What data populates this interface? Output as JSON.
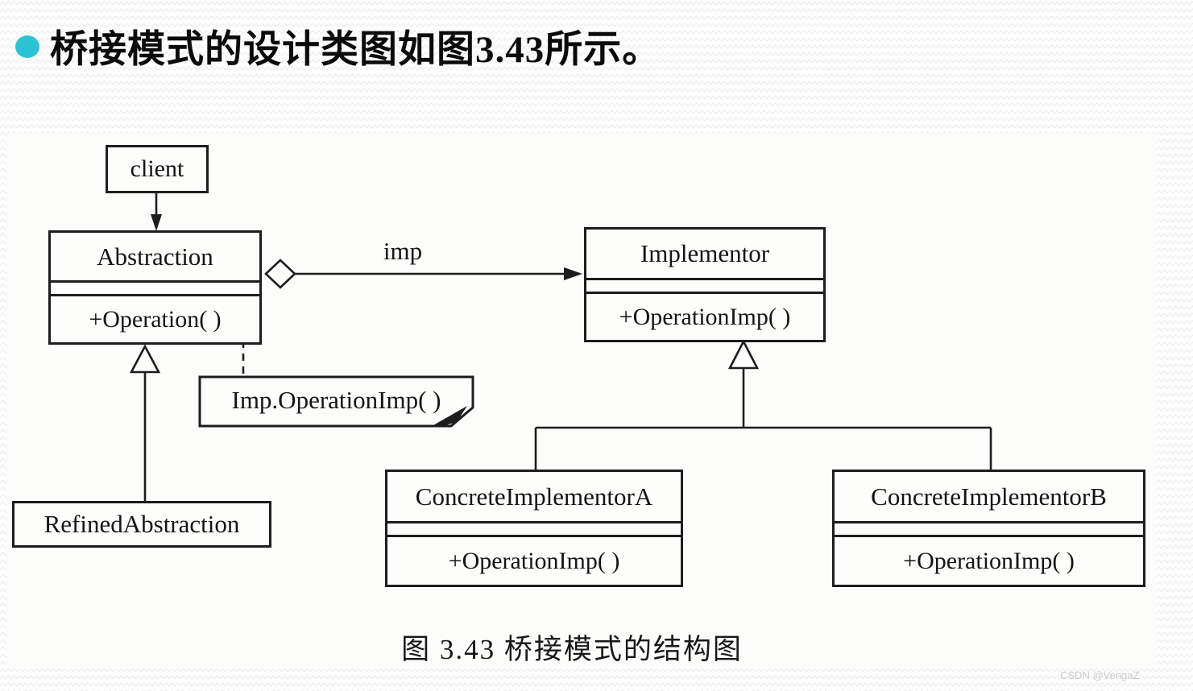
{
  "slide": {
    "title": "桥接模式的设计类图如图3.43所示。",
    "caption": "图 3.43  桥接模式的结构图",
    "watermark": "CSDN @VengaZ"
  },
  "diagram": {
    "kind": "uml-class-diagram",
    "client": {
      "name": "client"
    },
    "abstraction": {
      "name": "Abstraction",
      "method": "+Operation( )"
    },
    "implementor": {
      "name": "Implementor",
      "method": "+OperationImp( )"
    },
    "refined_abstraction": {
      "name": "RefinedAbstraction"
    },
    "concrete_a": {
      "name": "ConcreteImplementorA",
      "method": "+OperationImp( )"
    },
    "concrete_b": {
      "name": "ConcreteImplementorB",
      "method": "+OperationImp( )"
    },
    "note": {
      "text": "Imp.OperationImp( )"
    },
    "association_label": "imp",
    "relationships": [
      {
        "from": "client",
        "to": "Abstraction",
        "type": "directed-association"
      },
      {
        "from": "Abstraction",
        "to": "Implementor",
        "type": "aggregation",
        "label": "imp"
      },
      {
        "from": "Abstraction.+Operation( )",
        "to": "note Imp.OperationImp( )",
        "type": "note-attachment"
      },
      {
        "from": "RefinedAbstraction",
        "to": "Abstraction",
        "type": "generalization"
      },
      {
        "from": "ConcreteImplementorA",
        "to": "Implementor",
        "type": "generalization"
      },
      {
        "from": "ConcreteImplementorB",
        "to": "Implementor",
        "type": "generalization"
      }
    ]
  },
  "colors": {
    "bullet": "#2bc2d4",
    "line": "#1d1d1d",
    "scan_background": "#fcfcfb",
    "pattern": "#ececec",
    "watermark": "#c9c9c9"
  }
}
